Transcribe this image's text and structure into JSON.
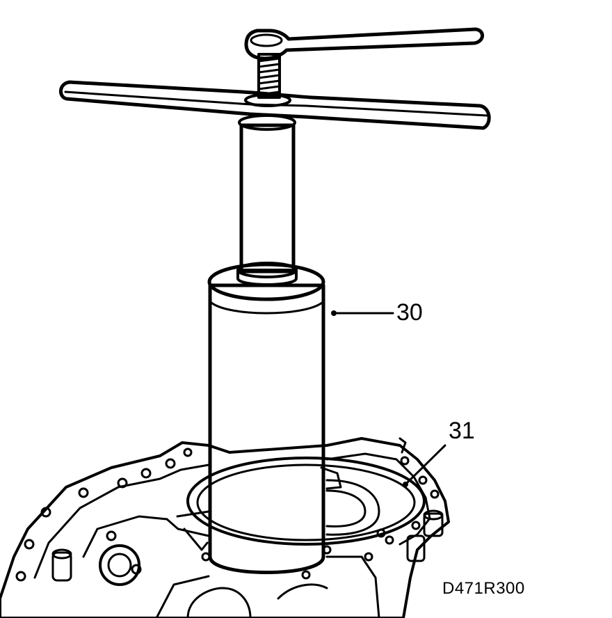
{
  "callouts": {
    "tool_number": "30",
    "seal_number": "31"
  },
  "figure_id": "D471R300",
  "colors": {
    "ink": "#000000",
    "paper": "#ffffff"
  }
}
